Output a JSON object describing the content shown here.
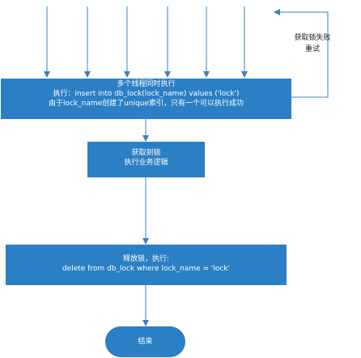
{
  "lock_box": {
    "line1": "多个线程同时执行",
    "line2": "执行：insert  into  db_lock(lock_name) values ('lock')",
    "line3": "由于lock_name创建了unique索引，只有一个可以执行成功"
  },
  "business_box": {
    "line1": "获取到锁",
    "line2": "执行业务逻辑"
  },
  "release_box": {
    "line1": "释放锁，执行:",
    "line2": "delete  from  db_lock where lock_name = 'lock'"
  },
  "end_box": {
    "label": "结束"
  },
  "retry_note": {
    "line1": "获取锁失败",
    "line2": "重试"
  },
  "colors": {
    "box_fill": "#2b7fc4",
    "arrow": "#3d7fc0",
    "text_on_box": "#ffffff"
  }
}
